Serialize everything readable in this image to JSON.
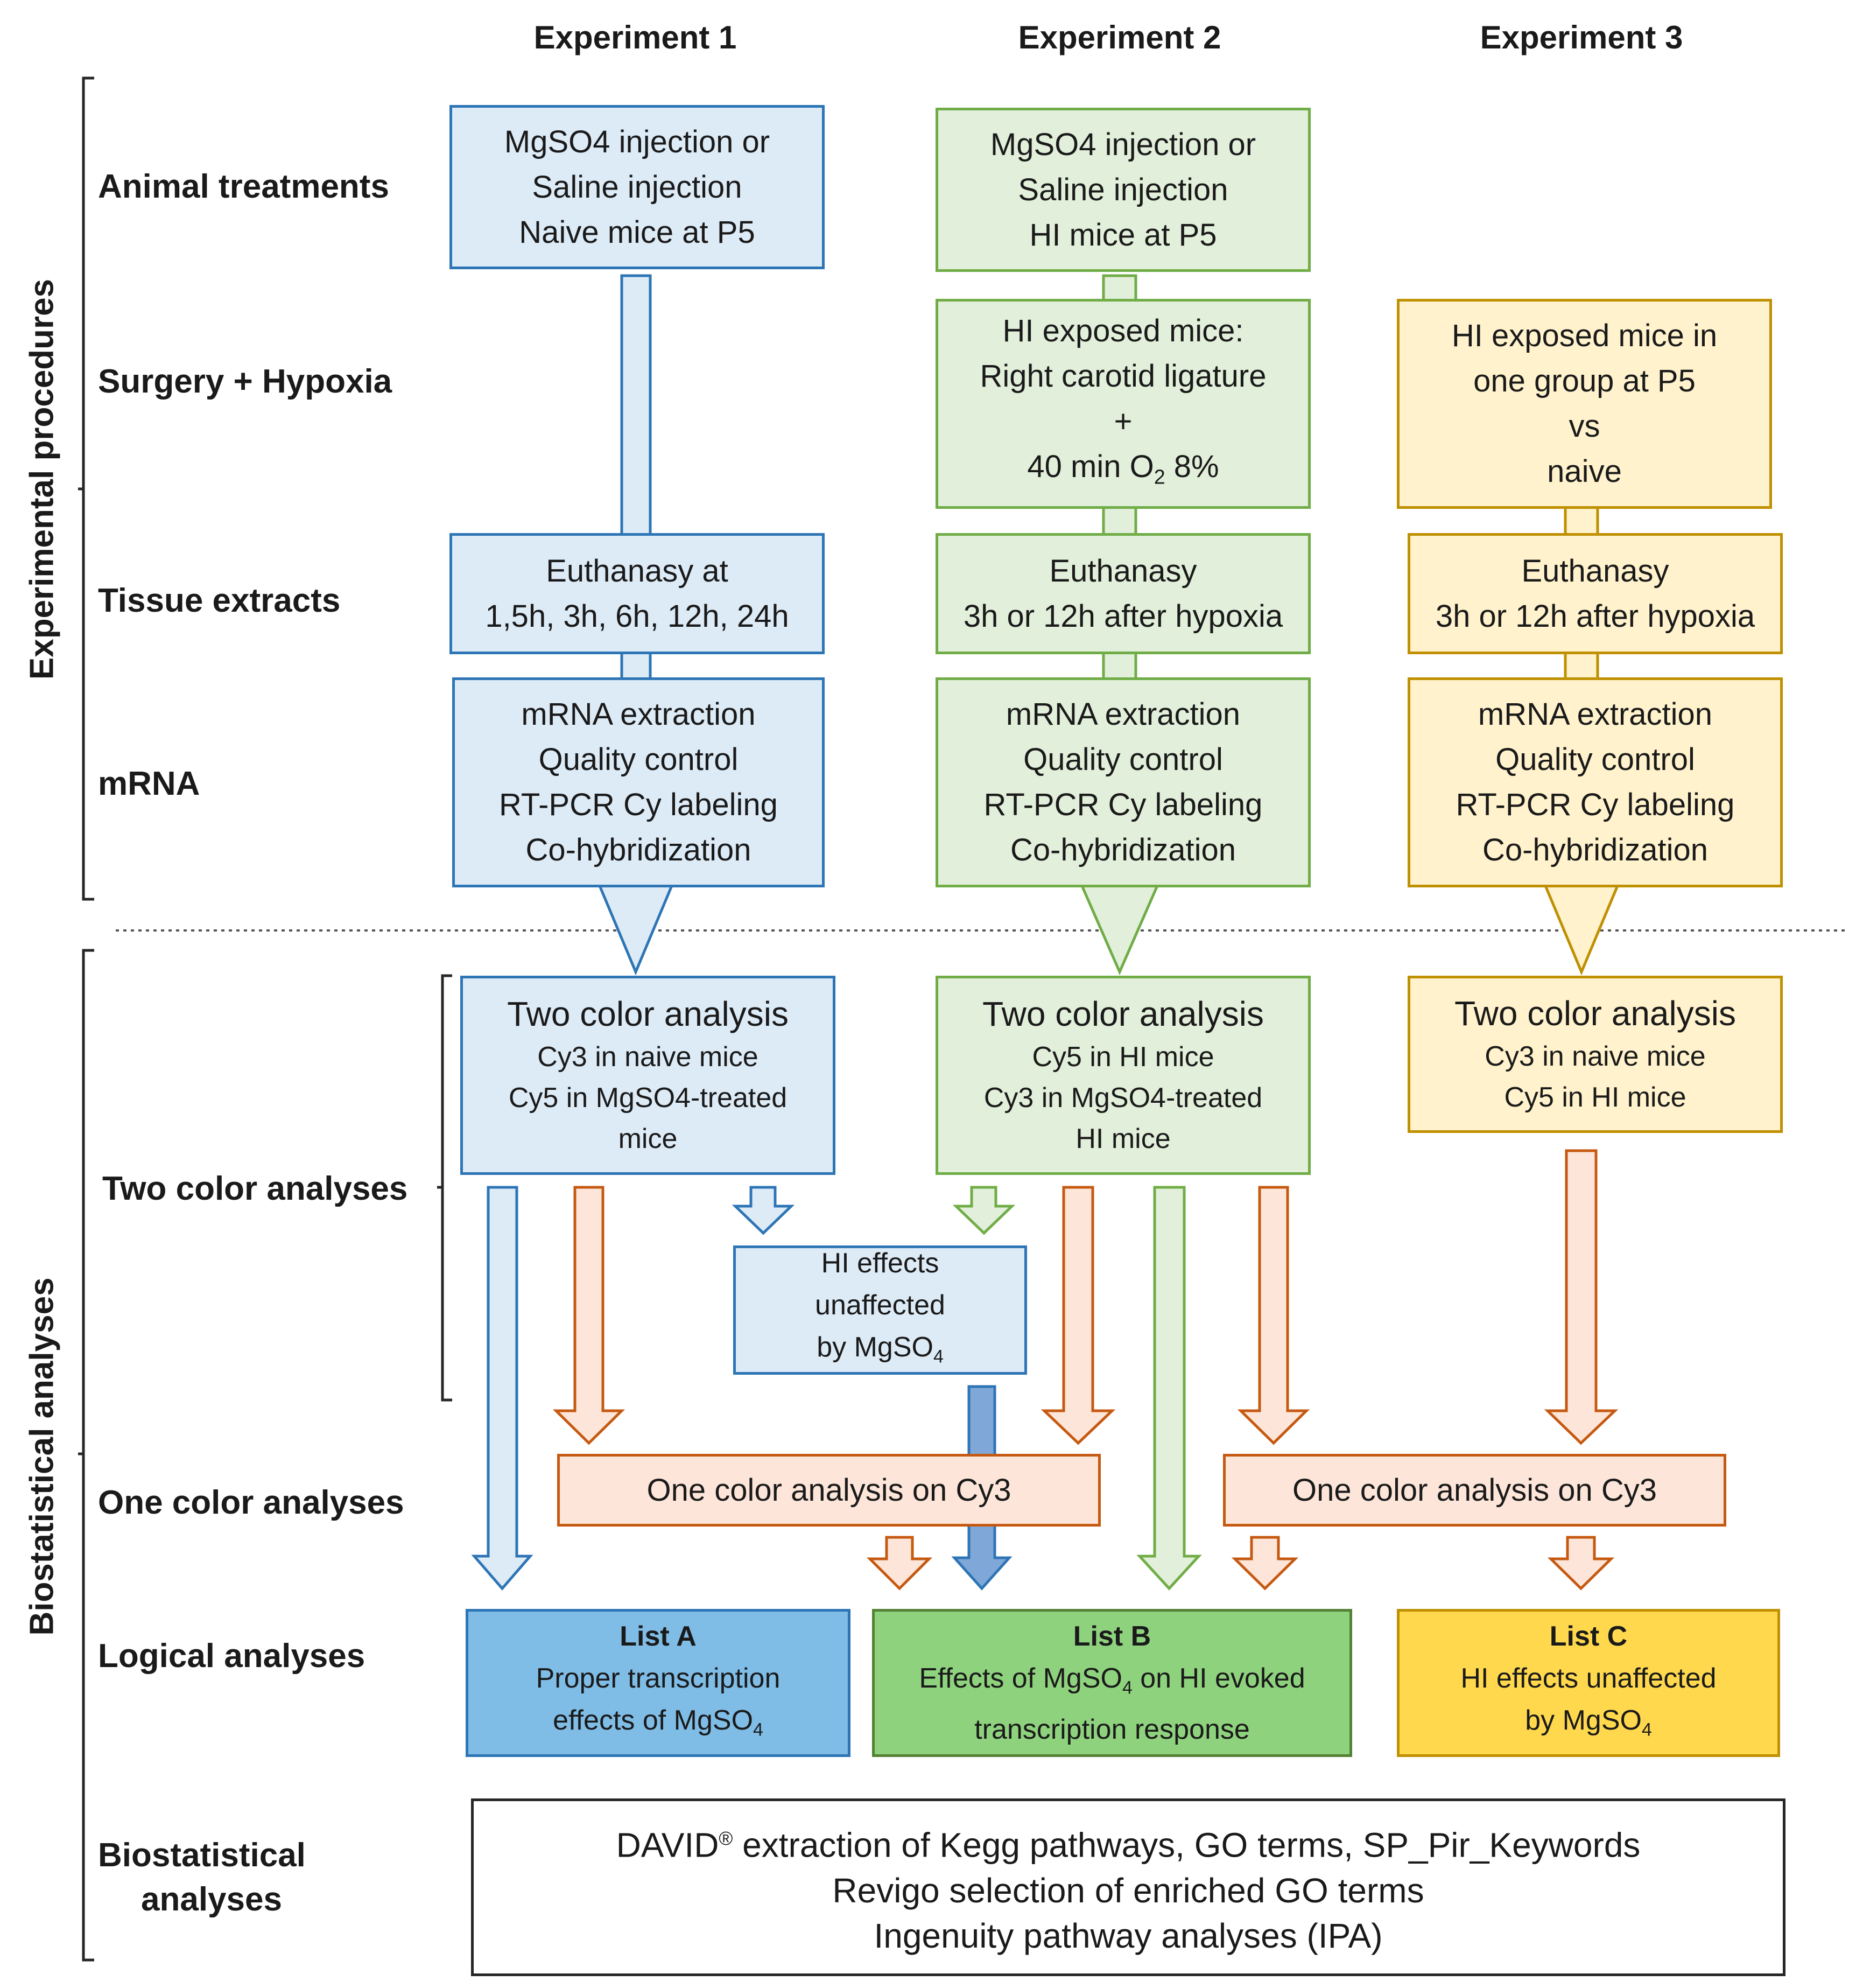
{
  "columns": [
    "Experiment 1",
    "Experiment 2",
    "Experiment 3"
  ],
  "groups": {
    "procedures": "Experimental procedures",
    "biostat": "Biostatistical analyses"
  },
  "rows": {
    "animal": "Animal treatments",
    "surgery": "Surgery + Hypoxia",
    "tissue": "Tissue extracts",
    "mrna": "mRNA",
    "two_color": "Two color analyses",
    "one_color": "One color analyses",
    "logical": "Logical analyses",
    "biostat_1": "Biostatistical",
    "biostat_2": "analyses"
  },
  "exp1": {
    "treat": [
      "MgSO4 injection or",
      "Saline injection",
      "Naive mice at P5"
    ],
    "tissue": [
      "Euthanasy at",
      "1,5h, 3h, 6h, 12h, 24h"
    ],
    "mrna": [
      "mRNA extraction",
      "Quality control",
      "RT-PCR Cy labeling",
      "Co-hybridization"
    ],
    "two_title": "Two color analysis",
    "two_lines": [
      "Cy3 in naive mice",
      "Cy5 in MgSO4-treated",
      "mice"
    ]
  },
  "exp2": {
    "treat": [
      "MgSO4 injection or",
      "Saline injection",
      "HI mice at P5"
    ],
    "surgery": [
      "HI exposed mice:",
      "Right carotid ligature",
      "+",
      "40 min O",
      "2",
      " 8%"
    ],
    "tissue": [
      "Euthanasy",
      "3h or 12h after hypoxia"
    ],
    "mrna": [
      "mRNA extraction",
      "Quality control",
      "RT-PCR Cy labeling",
      "Co-hybridization"
    ],
    "two_title": "Two color analysis",
    "two_lines": [
      "Cy5 in HI mice",
      "Cy3 in MgSO4-treated",
      "HI mice"
    ]
  },
  "exp3": {
    "surgery": [
      "HI  exposed mice in",
      "one group at P5",
      "vs",
      "naive"
    ],
    "tissue": [
      "Euthanasy",
      "3h or 12h after hypoxia"
    ],
    "mrna": [
      "mRNA extraction",
      "Quality control",
      "RT-PCR Cy labeling",
      "Co-hybridization"
    ],
    "two_title": "Two color analysis",
    "two_lines": [
      "Cy3 in naive mice",
      "Cy5 in HI mice"
    ]
  },
  "hi_box": [
    "HI effects",
    "unaffected",
    "by MgSO",
    "4"
  ],
  "one_color": "One color analysis on Cy3",
  "lists": {
    "a": {
      "title": "List A",
      "l1": "Proper transcription",
      "l2": "effects of MgSO",
      "sub": "4"
    },
    "b": {
      "title": "List B",
      "l1a": "Effects of MgSO",
      "sub": "4",
      "l1b": " on HI evoked",
      "l2": "transcription response"
    },
    "c": {
      "title": "List C",
      "l1": "HI effects unaffected",
      "l2": "by MgSO",
      "sub": "4"
    }
  },
  "final": {
    "l1a": "DAVID",
    "sup": "®",
    "l1b": " extraction of Kegg pathways, GO terms, SP_Pir_Keywords",
    "l2": "Revigo selection of enriched GO terms",
    "l3": "Ingenuity pathway analyses (IPA)"
  },
  "colors": {
    "blue_fill": "#ddebf7",
    "blue_line": "#2e75b6",
    "green_fill": "#e2efda",
    "green_line": "#70ad47",
    "yellow_fill": "#fff2cc",
    "yellow_line": "#bf9000",
    "orange_fill": "#fde6d9",
    "orange_line": "#c65911"
  }
}
